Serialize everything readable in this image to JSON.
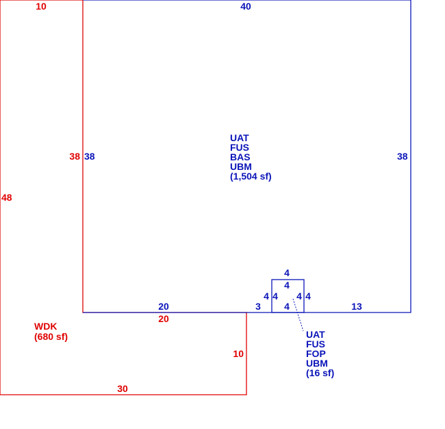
{
  "colors": {
    "primary_area": "#0a14b8",
    "deck_area": "#e00000"
  },
  "main_area": {
    "codes": [
      "UAT",
      "FUS",
      "BAS",
      "UBM"
    ],
    "area": "(1,504 sf)",
    "dims": {
      "top": "40",
      "left": "38",
      "right": "38",
      "bottom_left": "20",
      "bottom_gap": "3",
      "bottom_right": "13"
    }
  },
  "porch": {
    "codes": [
      "UAT",
      "FUS",
      "FOP",
      "UBM"
    ],
    "area": "(16 sf)",
    "dims": {
      "top_outer": "4",
      "top_inner": "4",
      "left_outer": "4",
      "left_inner": "4",
      "right_inner": "4",
      "right_outer": "4",
      "bottom_inner": "4"
    }
  },
  "deck": {
    "codes": [
      "WDK"
    ],
    "area": "(680 sf)",
    "dims": {
      "top": "10",
      "left": "48",
      "inner_left": "38",
      "inner_bottom": "20",
      "right": "10",
      "bottom": "30"
    }
  }
}
